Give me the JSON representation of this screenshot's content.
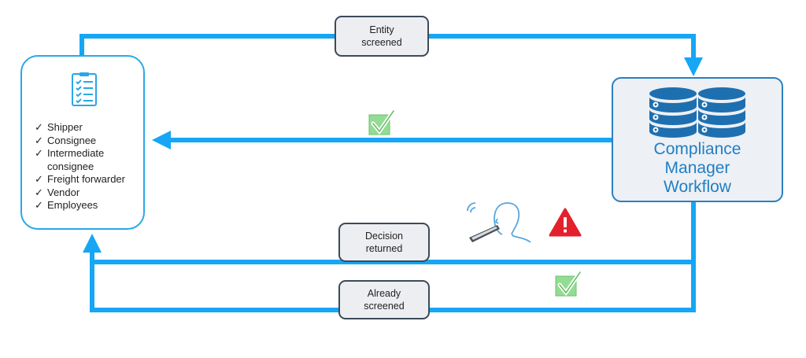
{
  "entity_panel": {
    "items": [
      "Shipper",
      "Consignee",
      "Intermediate consignee",
      "Freight forwarder",
      "Vendor",
      "Employees"
    ],
    "item_lines": [
      [
        "Shipper"
      ],
      [
        "Consignee"
      ],
      [
        "Intermediate",
        "consignee"
      ],
      [
        "Freight forwarder"
      ],
      [
        "Vendor"
      ],
      [
        "Employees"
      ]
    ],
    "tick": "✓"
  },
  "compliance_manager": {
    "title_lines": [
      "Compliance",
      "Manager",
      "Workflow"
    ]
  },
  "edges": {
    "entity_screened": [
      "Entity",
      "screened"
    ],
    "decision_returned": [
      "Decision",
      "returned"
    ],
    "already_screened": [
      "Already",
      "screened"
    ]
  },
  "colors": {
    "arrow": "#16a6f5",
    "cm_border": "#2b7fc0",
    "cm_fill": "#edf0f4",
    "cm_text": "#1f7fc6",
    "check_badge": "#93dc93",
    "warning": "#e4202c"
  },
  "icons": [
    "checklist-icon",
    "database-icon",
    "check-badge-icon",
    "person-scanner-icon",
    "warning-icon"
  ]
}
